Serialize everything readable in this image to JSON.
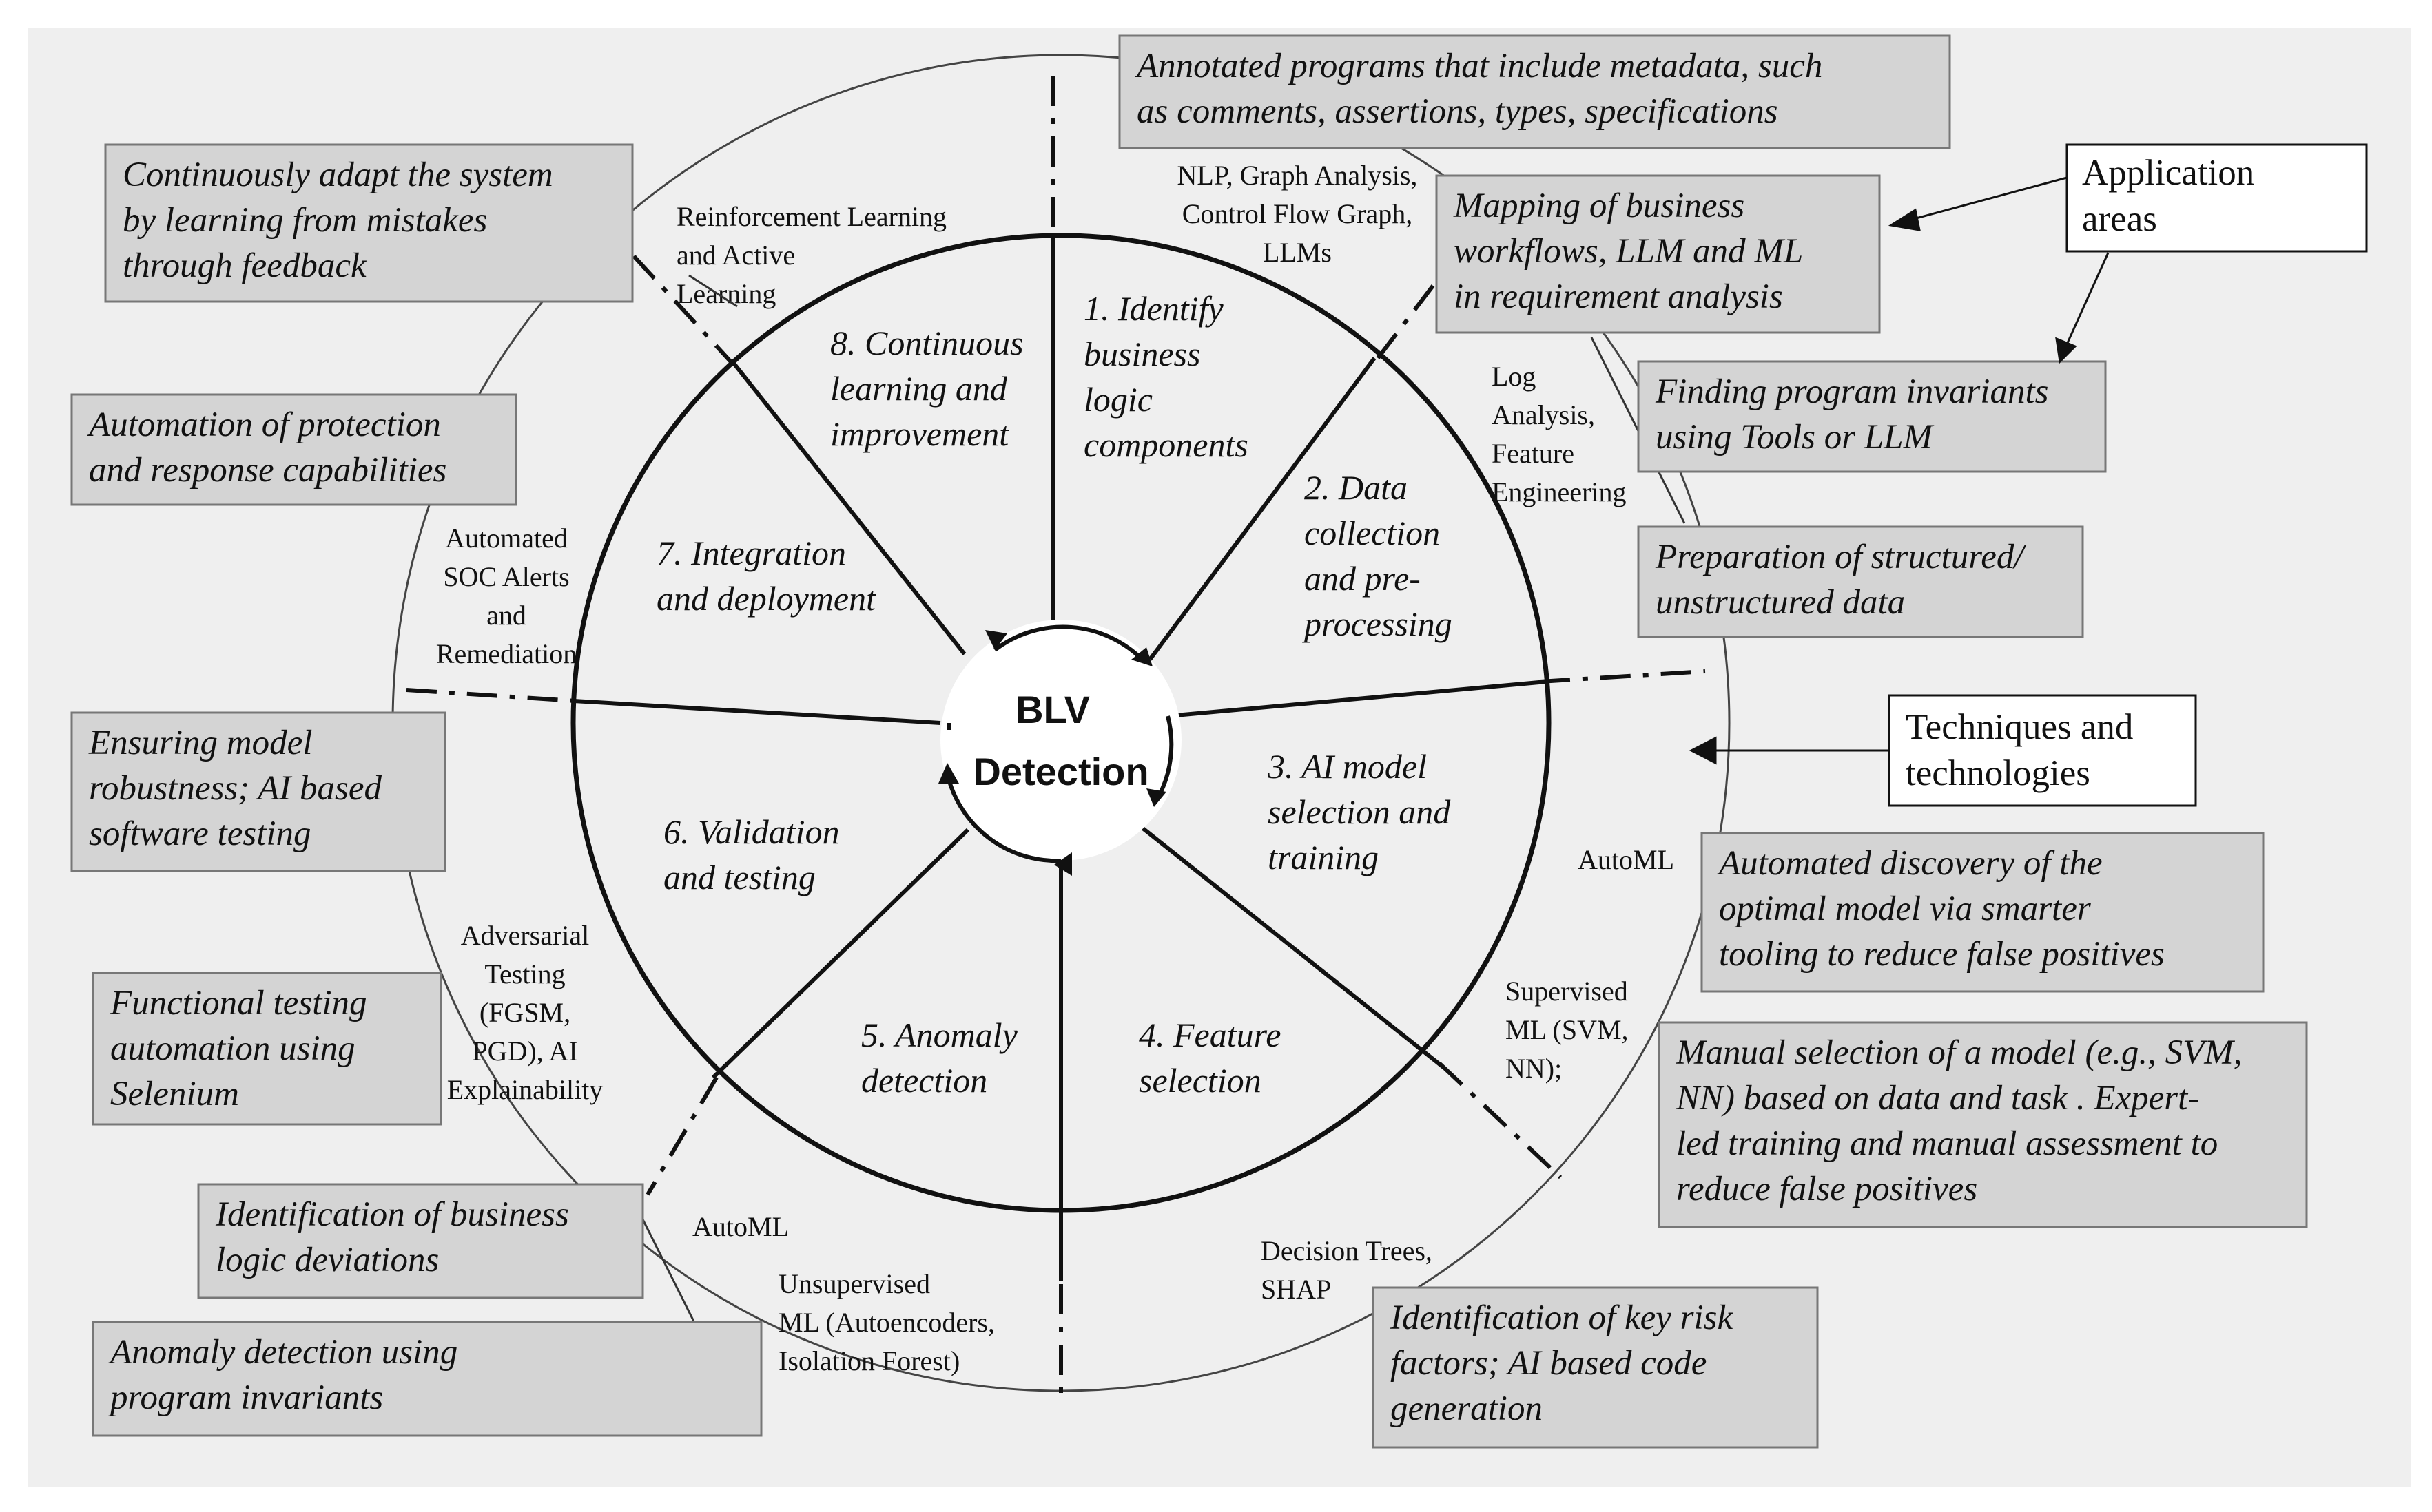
{
  "center": {
    "line1": "BLV",
    "line2": "Detection"
  },
  "segments": [
    {
      "id": "1",
      "lines": [
        "1. Identify",
        "business",
        "logic",
        "components"
      ]
    },
    {
      "id": "2",
      "lines": [
        "2. Data",
        "collection",
        "and pre-",
        "processing"
      ]
    },
    {
      "id": "3",
      "lines": [
        "3. AI model",
        "selection and",
        "training"
      ]
    },
    {
      "id": "4",
      "lines": [
        "4. Feature",
        "selection"
      ]
    },
    {
      "id": "5",
      "lines": [
        "5. Anomaly",
        "detection"
      ]
    },
    {
      "id": "6",
      "lines": [
        "6. Validation",
        "and testing"
      ]
    },
    {
      "id": "7",
      "lines": [
        "7. Integration",
        "and deployment"
      ]
    },
    {
      "id": "8",
      "lines": [
        "8. Continuous",
        "learning and",
        "improvement"
      ]
    }
  ],
  "techniques": [
    {
      "id": "nlp",
      "lines": [
        "NLP, Graph Analysis,",
        "Control Flow Graph,",
        "LLMs"
      ]
    },
    {
      "id": "rl",
      "lines": [
        "Reinforcement Learning",
        "and Active",
        "Learning"
      ]
    },
    {
      "id": "log",
      "lines": [
        "Log",
        "Analysis,",
        "Feature",
        "Engineering"
      ]
    },
    {
      "id": "soc",
      "lines": [
        "Automated",
        "SOC Alerts",
        "and",
        "Remediation"
      ]
    },
    {
      "id": "automl-right",
      "lines": [
        "AutoML"
      ]
    },
    {
      "id": "supervised",
      "lines": [
        "Supervised",
        "ML (SVM,",
        "NN);"
      ]
    },
    {
      "id": "adversarial",
      "lines": [
        "Adversarial",
        "Testing",
        "(FGSM,",
        "PGD), AI",
        "Explainability"
      ]
    },
    {
      "id": "automl-bottom",
      "lines": [
        "AutoML"
      ]
    },
    {
      "id": "unsupervised",
      "lines": [
        "Unsupervised",
        "ML (Autoencoders,",
        "Isolation Forest)"
      ]
    },
    {
      "id": "decision",
      "lines": [
        "Decision Trees,",
        "SHAP"
      ]
    }
  ],
  "applications": [
    {
      "id": "annotated",
      "lines": [
        "Annotated programs that include metadata, such",
        "as comments, assertions, types, specifications"
      ]
    },
    {
      "id": "mapping",
      "lines": [
        "Mapping of business",
        "workflows, LLM and ML",
        "in requirement analysis"
      ]
    },
    {
      "id": "invariants",
      "lines": [
        "Finding program invariants",
        "using Tools or LLM"
      ]
    },
    {
      "id": "preparation",
      "lines": [
        "Preparation of structured/",
        "unstructured data"
      ]
    },
    {
      "id": "automated-discovery",
      "lines": [
        "Automated discovery of the",
        "optimal model via smarter",
        "tooling to reduce false positives"
      ]
    },
    {
      "id": "manual-selection",
      "lines": [
        "Manual selection of a model (e.g., SVM,",
        "NN) based on data and task . Expert-",
        "led training and manual assessment to",
        "reduce false positives"
      ]
    },
    {
      "id": "key-risk",
      "lines": [
        "Identification of key risk",
        "factors; AI based code",
        "generation"
      ]
    },
    {
      "id": "anomaly-invariants",
      "lines": [
        "Anomaly detection using",
        "program invariants"
      ]
    },
    {
      "id": "deviations",
      "lines": [
        "Identification of business",
        "logic deviations"
      ]
    },
    {
      "id": "functional",
      "lines": [
        "Functional testing",
        "automation using",
        "Selenium"
      ]
    },
    {
      "id": "robustness",
      "lines": [
        "Ensuring model",
        "robustness; AI based",
        "software testing"
      ]
    },
    {
      "id": "protection",
      "lines": [
        "Automation of protection",
        "and response capabilities"
      ]
    },
    {
      "id": "adapt",
      "lines": [
        "Continuously adapt the system",
        "by learning from mistakes",
        "through feedback"
      ]
    }
  ],
  "legend": {
    "application_areas": [
      "Application",
      "areas"
    ],
    "techniques": [
      "Techniques and",
      "technologies"
    ]
  },
  "colors": {
    "background": "#efefef",
    "box_fill": "#d4d4d4",
    "box_stroke": "#777777",
    "line": "#111111"
  }
}
